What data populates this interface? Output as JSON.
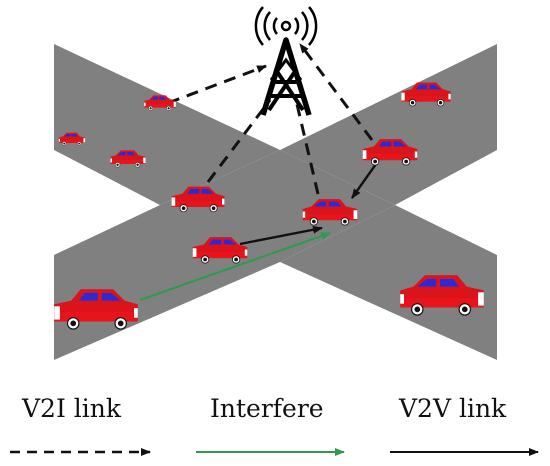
{
  "legend": {
    "v2i_label": "V2I link",
    "interfere_label": "Interfere",
    "v2v_label": "V2V link"
  },
  "colors": {
    "road": "#808080",
    "car_body": "#e8141c",
    "car_window": "#2b2bd6",
    "v2i_link": "#111111",
    "interfere_link": "#2e9a4e",
    "v2v_link": "#111111",
    "tower": "#000000"
  },
  "icons": {
    "tower": "cell-tower-icon",
    "vehicle": "car-icon"
  }
}
